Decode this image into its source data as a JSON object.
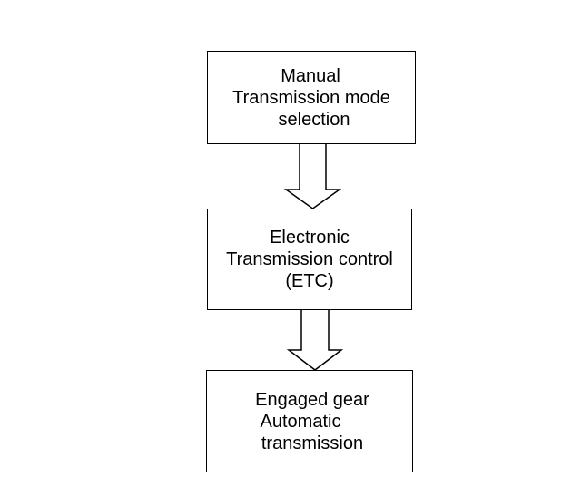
{
  "diagram": {
    "nodes": [
      {
        "lines": [
          "Manual",
          "Transmission mode",
          "selection"
        ]
      },
      {
        "lines": [
          "Electronic",
          "Transmission control",
          "(ETC)"
        ]
      },
      {
        "lines": [
          "Engaged gear",
          "Automatic",
          "transmission"
        ]
      }
    ],
    "edges": [
      {
        "from": 0,
        "to": 1
      },
      {
        "from": 1,
        "to": 2
      }
    ]
  }
}
